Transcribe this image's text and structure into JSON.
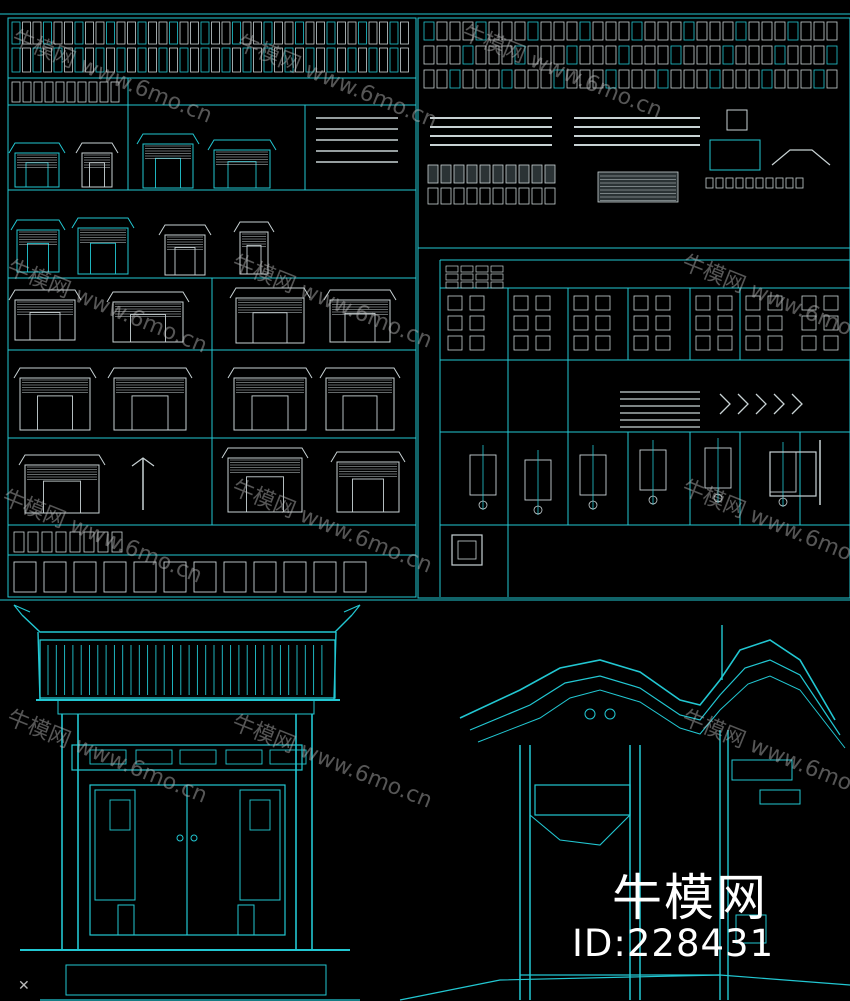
{
  "sheet": {
    "background": "#000000",
    "line_color": "#22c7d2",
    "detail_color": "#c8d2d4"
  },
  "watermark": {
    "text_1": "牛模网 www.6mo.cn",
    "text_2": "牛模网 www.6mo.cn",
    "text_3": "牛模网 www.6mo.cn",
    "text_4": "牛模网 www.6mo.cn",
    "text_5": "牛模网 www.6mo.cn",
    "text_6": "牛模网 www.6mo.cn",
    "text_7": "牛模网 www.6mo.cn",
    "text_8": "牛模网 www.6mo.cn",
    "text_9": "牛模网 www.6mo.cn",
    "text_10": "牛模网 www.6mo.cn",
    "text_11": "牛模网 www.6mo.cn",
    "text_12": "牛模网 www.6mo.cn"
  },
  "brand": {
    "name": "牛模网",
    "id_label": "ID:228431"
  },
  "icons": {
    "close": "close-icon"
  }
}
